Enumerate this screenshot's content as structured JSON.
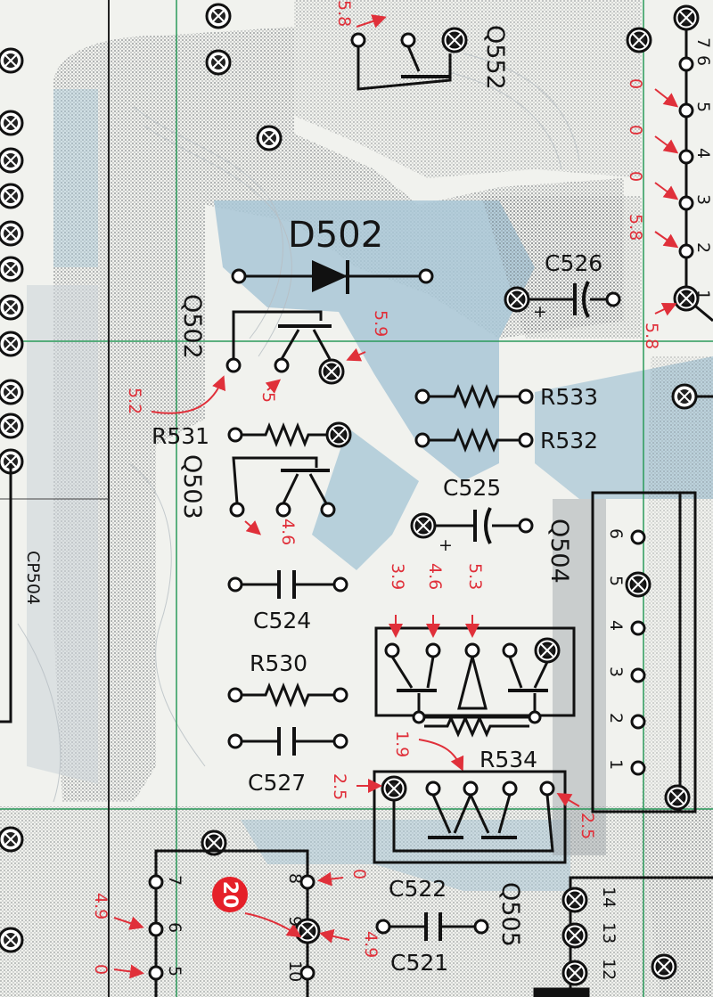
{
  "components": {
    "d502": "D502",
    "q552": "Q552",
    "q502": "Q502",
    "q503": "Q503",
    "q504": "Q504",
    "q505": "Q505",
    "c526": "C526",
    "c525": "C525",
    "c524": "C524",
    "c527": "C527",
    "c522": "C522",
    "c521": "C521",
    "r531": "R531",
    "r533": "R533",
    "r532": "R532",
    "r530": "R530",
    "r534": "R534",
    "cp504": "CP504"
  },
  "voltages": {
    "q552_top": "5.8",
    "right_0a": "0",
    "right_0b": "0",
    "right_0c": "0",
    "right_58a": "5.8",
    "right_58b": "5.8",
    "q502_59": "5.9",
    "q502_52": "5.2",
    "q502_5": "5",
    "q503_46": "4.6",
    "q504_39": "3.9",
    "q504_46": "4.6",
    "q504_53": "5.3",
    "r534_19": "1.9",
    "q505_25a": "2.5",
    "q505_25b": "2.5",
    "left_49": "4.9",
    "left_0": "0",
    "c522_0": "0",
    "c521_49": "4.9"
  },
  "connector_right_pins": [
    "6",
    "5",
    "4",
    "3",
    "2",
    "1"
  ],
  "ic_bottom_left_pins": [
    "8",
    "7",
    "9",
    "6",
    "10",
    "5"
  ],
  "ic_top_right_pins": [
    "7",
    "6",
    "5",
    "4",
    "3",
    "2",
    "1"
  ],
  "ic_bottom_right_pins": [
    "14",
    "13",
    "12"
  ],
  "polarity_plus": "+",
  "callout": "20",
  "colors": {
    "trace_blue": "#a9c7d6",
    "grid_green": "#2a9a5a",
    "voltage_red": "#e0303a",
    "ink": "#151515"
  }
}
